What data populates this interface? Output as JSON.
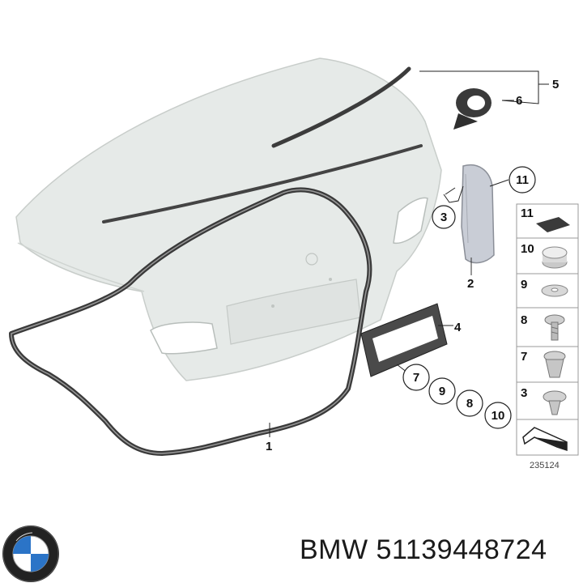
{
  "caption": {
    "brand": "BMW",
    "part_number": "51139448724"
  },
  "callouts": {
    "c1": "1",
    "c2": "2",
    "c3": "3",
    "c4": "4",
    "c5": "5",
    "c6": "6",
    "c7": "7",
    "c8": "8",
    "c9": "9",
    "c10": "10",
    "c11": "11"
  },
  "legend": {
    "items": [
      "11",
      "10",
      "9",
      "8",
      "7",
      "3"
    ],
    "diagram_id": "235124"
  },
  "colors": {
    "body_panel": "#e4e8e6",
    "seal": "#3c3c3c",
    "callout_ring": "#222222",
    "logo_blue": "#2b74c7"
  }
}
